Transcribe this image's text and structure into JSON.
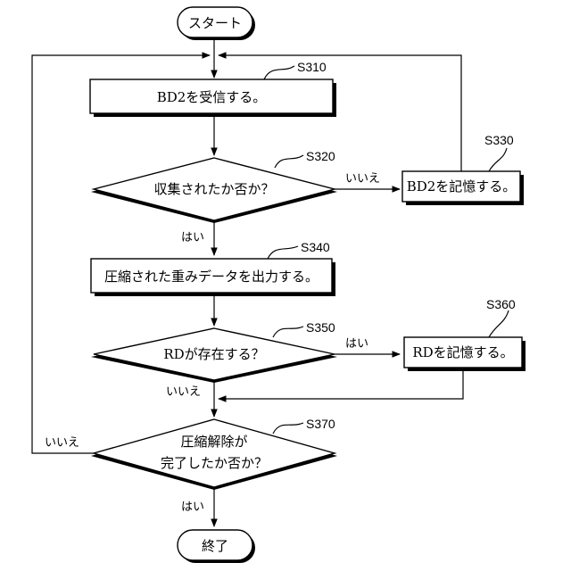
{
  "terminals": {
    "start": "スタート",
    "end": "終了"
  },
  "steps": {
    "s310": {
      "id": "S310",
      "text": "BD2を受信する。"
    },
    "s320": {
      "id": "S320",
      "text": "収集されたか否か？"
    },
    "s330": {
      "id": "S330",
      "text": "BD2を記憶する。"
    },
    "s340": {
      "id": "S340",
      "text": "圧縮された重みデータを出力する。"
    },
    "s350": {
      "id": "S350",
      "text": "RDが存在する？"
    },
    "s360": {
      "id": "S360",
      "text": "RDを記憶する。"
    },
    "s370": {
      "id": "S370",
      "line1": "圧縮解除が",
      "line2": "完了したか否か？"
    }
  },
  "edge_labels": {
    "s320_no": "いいえ",
    "s320_yes": "はい",
    "s350_yes": "はい",
    "s350_no": "いいえ",
    "s370_no": "いいえ",
    "s370_yes": "はい"
  }
}
